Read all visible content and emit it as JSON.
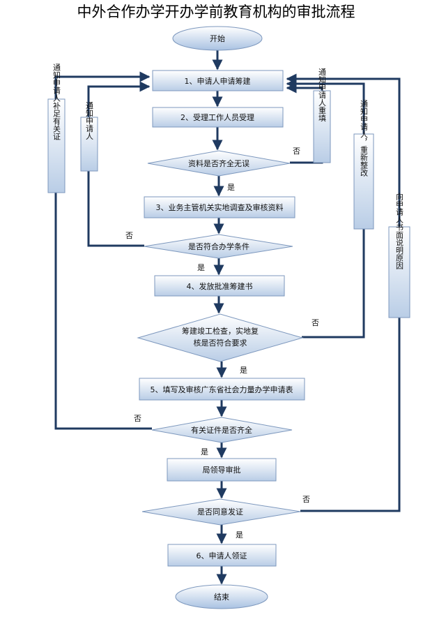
{
  "title": "中外合作办学开办学前教育机构的审批流程",
  "nodes": {
    "start": "开始",
    "step1": "1、申请人申请筹建",
    "step2": "2、受理工作人员受理",
    "check1": "资料是否齐全无误",
    "step3": "3、业务主管机关实地调查及审核资料",
    "check2": "是否符合办学条件",
    "step4": "4、发放批准筹建书",
    "check3_line1": "筹建竣工检查，实地复",
    "check3_line2": "核是否符合要求",
    "step5": "5、填写及审核广东省社会力量办学申请表",
    "check4": "有关证件是否齐全",
    "leader": "局领导审批",
    "check5": "是否同意发证",
    "step6": "6、申请人领证",
    "end": "结束"
  },
  "side_notes": {
    "resubmit": "通知申请人重填",
    "notify": "通知申请人",
    "supplement": "通知申请人补足有关证",
    "rectify": "通知申请人，重新整改",
    "explain": "向申请人书面说明原因"
  },
  "edge_labels": {
    "yes": "是",
    "no": "否"
  },
  "colors": {
    "arrow": "#1f3a60",
    "box_top": "#ffffff",
    "box_bottom": "#b9cde6",
    "box_stroke": "#7c97bd"
  }
}
